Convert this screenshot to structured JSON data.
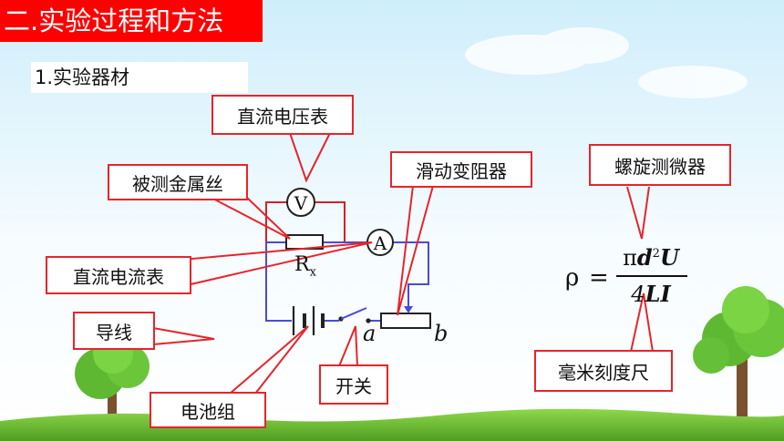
{
  "heading": "二.实验过程和方法",
  "subheading": "1.实验器材",
  "labels": {
    "voltmeter": "直流电压表",
    "wire_under_test": "被测金属丝",
    "rheostat": "滑动变阻器",
    "micrometer": "螺旋测微器",
    "ammeter": "直流电流表",
    "wire": "导线",
    "battery": "电池组",
    "switch": "开关",
    "ruler": "毫米刻度尺"
  },
  "circuit": {
    "voltmeter_symbol": "V",
    "ammeter_symbol": "A",
    "resistor_label": "R",
    "resistor_subscript": "x",
    "end_a": "a",
    "end_b": "b"
  },
  "formula": {
    "lhs": "ρ",
    "equals": "=",
    "num_pi": "π",
    "num_d": "d",
    "num_exp": "2",
    "num_U": "U",
    "den_4": "4",
    "den_LI": "LI"
  },
  "colors": {
    "heading_bg": "#ff0000",
    "callout_border": "#e8242a",
    "wire_red": "#d42028",
    "wire_blue": "#4a4ad8"
  }
}
